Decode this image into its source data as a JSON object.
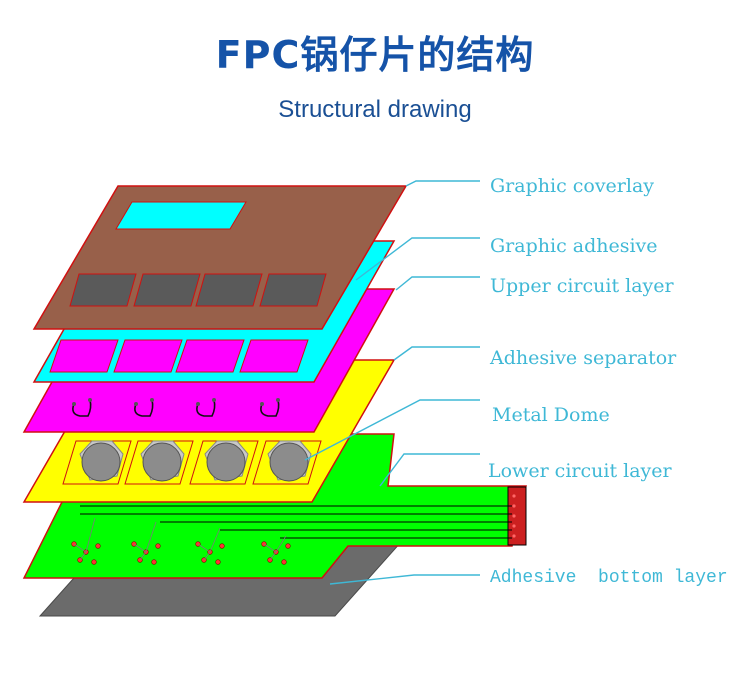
{
  "title": "FPC锅仔片的结构",
  "subtitle": "Structural drawing",
  "labels": {
    "graphic_coverlay": "Graphic coverlay",
    "graphic_adhesive": "Graphic adhesive",
    "upper_circuit_layer": "Upper circuit layer",
    "adhesive_separator": "Adhesive separator",
    "metal_dome": "Metal Dome",
    "lower_circuit_layer": "Lower circuit layer",
    "adhesive_bottom_layer": "Adhesive  bottom layer"
  },
  "colors": {
    "title": "#1553a8",
    "label": "#3fb8d6",
    "leader_line": "#3fb8d6",
    "graphic_coverlay": "#98604a",
    "graphic_adhesive": "#00ffff",
    "upper_circuit_layer": "#ff00ff",
    "adhesive_separator": "#ffff00",
    "lower_circuit_layer": "#00ff00",
    "adhesive_bottom_layer": "#6b6b6b",
    "outline": "#d01010"
  }
}
